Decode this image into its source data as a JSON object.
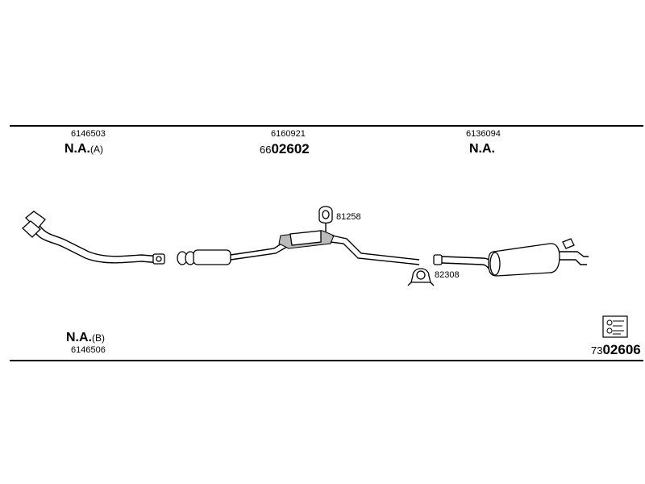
{
  "parts": {
    "front_pipe_a": {
      "part_no": "6146503",
      "status": "N.A.",
      "variant": "(A)"
    },
    "center_section": {
      "part_no": "6160921",
      "code_prefix": "66",
      "code_main": "02602"
    },
    "rear_muffler": {
      "part_no": "6136094",
      "status": "N.A."
    },
    "front_pipe_b": {
      "part_no": "6146506",
      "status": "N.A.",
      "variant": "(B)"
    }
  },
  "accessories": {
    "hanger_ring": "81258",
    "clamp": "82308"
  },
  "system_code": {
    "prefix": "73",
    "main": "02606"
  },
  "icons": [
    "exhaust-system-icon"
  ]
}
